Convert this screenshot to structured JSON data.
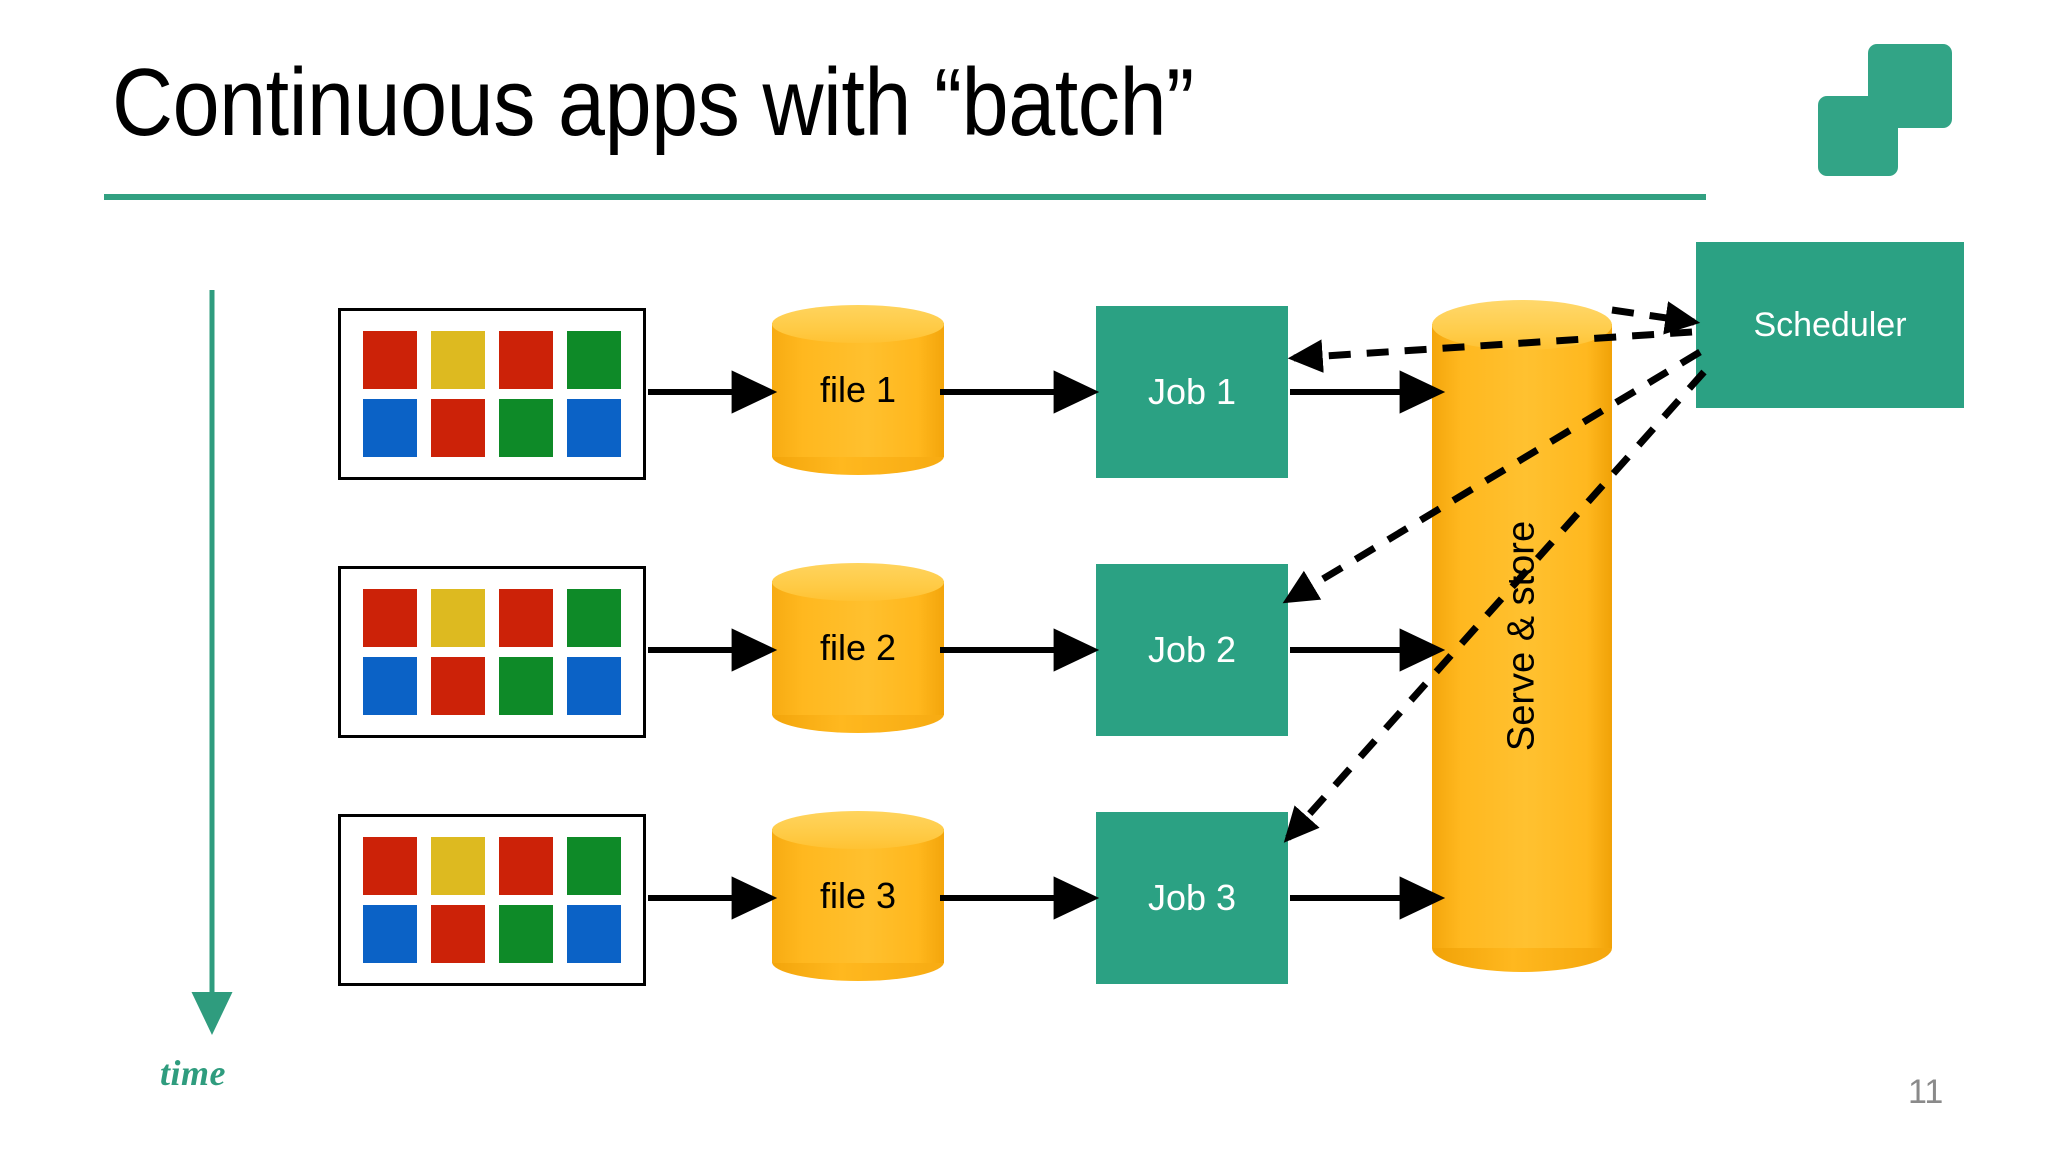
{
  "slide": {
    "title": "Continuous apps with “batch”",
    "page_number": "11",
    "accent_color": "#32a081",
    "teal_color": "#2ba183",
    "amber_color": "#ffb81f",
    "background": "#ffffff"
  },
  "logo": {
    "name": "two-squares-logo",
    "color": "#32a486"
  },
  "time_axis": {
    "label": "time",
    "color": "#2f9c7e",
    "direction": "down"
  },
  "palette": {
    "red": "#cc2208",
    "yellow": "#ddba20",
    "green": "#0e8a28",
    "blue": "#0b62c6"
  },
  "rows": [
    {
      "id": "row-1",
      "grid": {
        "name": "data-grid",
        "rows": 2,
        "cols": 4,
        "cells": [
          "red",
          "yellow",
          "red",
          "green",
          "blue",
          "red",
          "green",
          "blue"
        ]
      },
      "file": {
        "label": "file 1"
      },
      "job": {
        "label": "Job 1"
      }
    },
    {
      "id": "row-2",
      "grid": {
        "name": "data-grid",
        "rows": 2,
        "cols": 4,
        "cells": [
          "red",
          "yellow",
          "red",
          "green",
          "blue",
          "red",
          "green",
          "blue"
        ]
      },
      "file": {
        "label": "file 2"
      },
      "job": {
        "label": "Job 2"
      }
    },
    {
      "id": "row-3",
      "grid": {
        "name": "data-grid",
        "rows": 2,
        "cols": 4,
        "cells": [
          "red",
          "yellow",
          "red",
          "green",
          "blue",
          "red",
          "green",
          "blue"
        ]
      },
      "file": {
        "label": "file 3"
      },
      "job": {
        "label": "Job 3"
      }
    }
  ],
  "store": {
    "label": "Serve & store"
  },
  "scheduler": {
    "label": "Scheduler"
  },
  "connections": {
    "solid_note": "grid -> file -> job -> serve&store for each row",
    "dashed_note": "scheduler -> job 1, job 2, job 3 (trigger)"
  }
}
